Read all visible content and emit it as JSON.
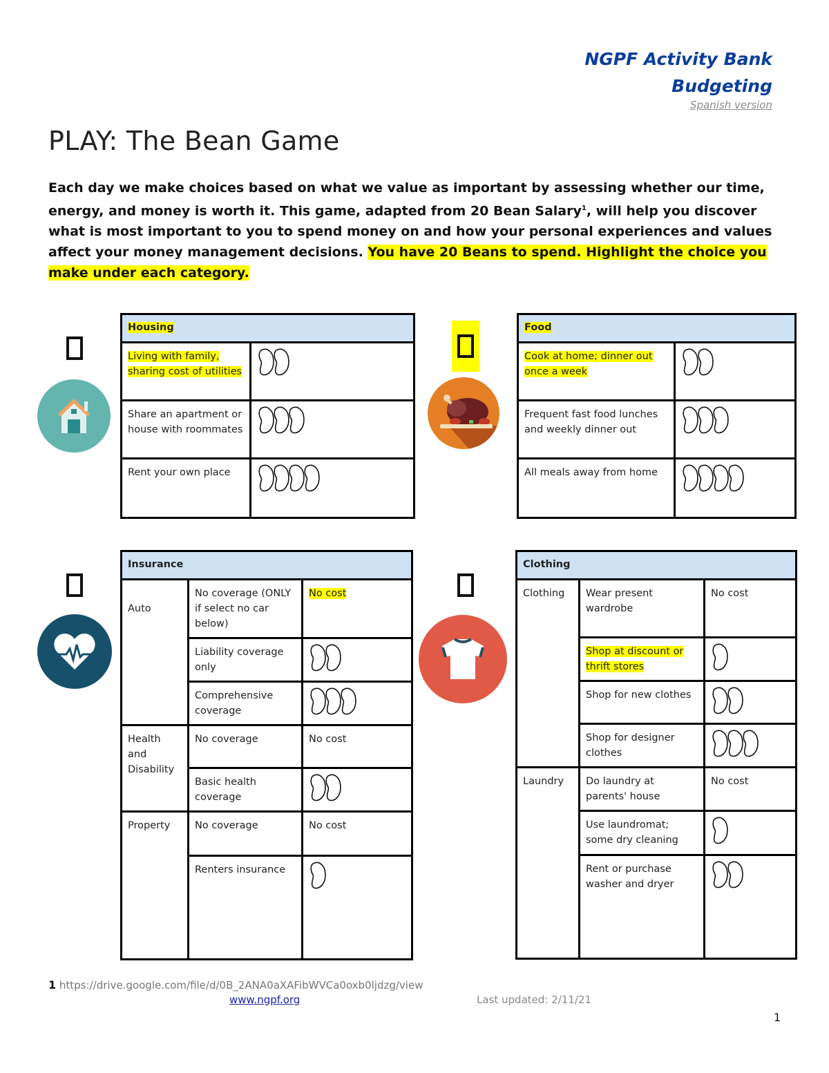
{
  "header": {
    "line1": "NGPF Activity Bank",
    "line2": "Budgeting",
    "link": "Spanish version"
  },
  "title": "PLAY: The Bean Game",
  "intro": {
    "text_part1": "Each day we make choices based on what we value as important by assessing whether our time, energy, and money is worth it. This game, adapted from 20 Bean Salary",
    "sup": "1",
    "text_part2": ", will help you discover what is most important to you to spend money on and how your personal experiences and values affect your money management decisions. ",
    "highlighted": "You have 20 Beans to spend. Highlight the choice you make under each category."
  },
  "colors": {
    "highlight": "#ffff00",
    "table_header_bg": "#cfe2f3",
    "brand_blue": "#0b3e9a",
    "housing_icon": "#64b5ae",
    "food_icon": "#e57f25",
    "insurance_icon": "#17506b",
    "clothing_icon": "#e05a47"
  },
  "housing": {
    "header": "Housing",
    "icon": "house-icon",
    "rows": [
      {
        "option": "Living with family, sharing cost of utilities",
        "beans": 2,
        "selected": true
      },
      {
        "option": "Share an apartment or house with roommates",
        "beans": 3,
        "selected": false
      },
      {
        "option": "Rent your own place",
        "beans": 4,
        "selected": false
      }
    ]
  },
  "food": {
    "header": "Food",
    "icon": "roast-turkey-icon",
    "rows": [
      {
        "option": "Cook at home; dinner out once a week",
        "beans": 2,
        "selected": true
      },
      {
        "option": "Frequent fast food lunches and weekly dinner out",
        "beans": 3,
        "selected": false
      },
      {
        "option": "All meals away from home",
        "beans": 4,
        "selected": false
      }
    ]
  },
  "insurance": {
    "header": "Insurance",
    "icon": "heart-pulse-icon",
    "groups": [
      {
        "category": "Auto",
        "rows": [
          {
            "option": "No coverage (ONLY if select no car below)",
            "cost": "No cost",
            "beans": 0,
            "selected": true
          },
          {
            "option": "Liability coverage only",
            "beans": 2,
            "selected": false
          },
          {
            "option": "Comprehensive coverage",
            "beans": 3,
            "selected": false
          }
        ]
      },
      {
        "category": "Health and Disability",
        "rows": [
          {
            "option": "No coverage",
            "cost": "No cost",
            "beans": 0,
            "selected": false
          },
          {
            "option": "Basic health coverage",
            "beans": 2,
            "selected": false
          }
        ]
      },
      {
        "category": "Property",
        "rows": [
          {
            "option": "No coverage",
            "cost": "No cost",
            "beans": 0,
            "selected": false
          },
          {
            "option": "Renters insurance",
            "beans": 1,
            "selected": false
          }
        ]
      }
    ]
  },
  "clothing": {
    "header": "Clothing",
    "icon": "tshirt-icon",
    "groups": [
      {
        "category": "Clothing",
        "rows": [
          {
            "option": "Wear present wardrobe",
            "cost": "No cost",
            "beans": 0,
            "selected": false
          },
          {
            "option": "Shop at discount or thrift stores",
            "beans": 1,
            "selected": true
          },
          {
            "option": "Shop for new clothes",
            "beans": 2,
            "selected": false
          },
          {
            "option": "Shop for designer clothes",
            "beans": 3,
            "selected": false
          }
        ]
      },
      {
        "category": "Laundry",
        "rows": [
          {
            "option": "Do laundry at parents' house",
            "cost": "No cost",
            "beans": 0,
            "selected": false
          },
          {
            "option": "Use laundromat; some dry cleaning",
            "beans": 1,
            "selected": false
          },
          {
            "option": "Rent or purchase washer and dryer",
            "beans": 2,
            "selected": false
          }
        ]
      }
    ]
  },
  "footer": {
    "footnote_num": "1",
    "footnote_url": "https://drive.google.com/file/d/0B_2ANA0aXAFibWVCa0oxb0ljdzg/view",
    "site": "www.ngpf.org",
    "last_updated": "Last updated: 2/11/21",
    "page_number": "1"
  }
}
